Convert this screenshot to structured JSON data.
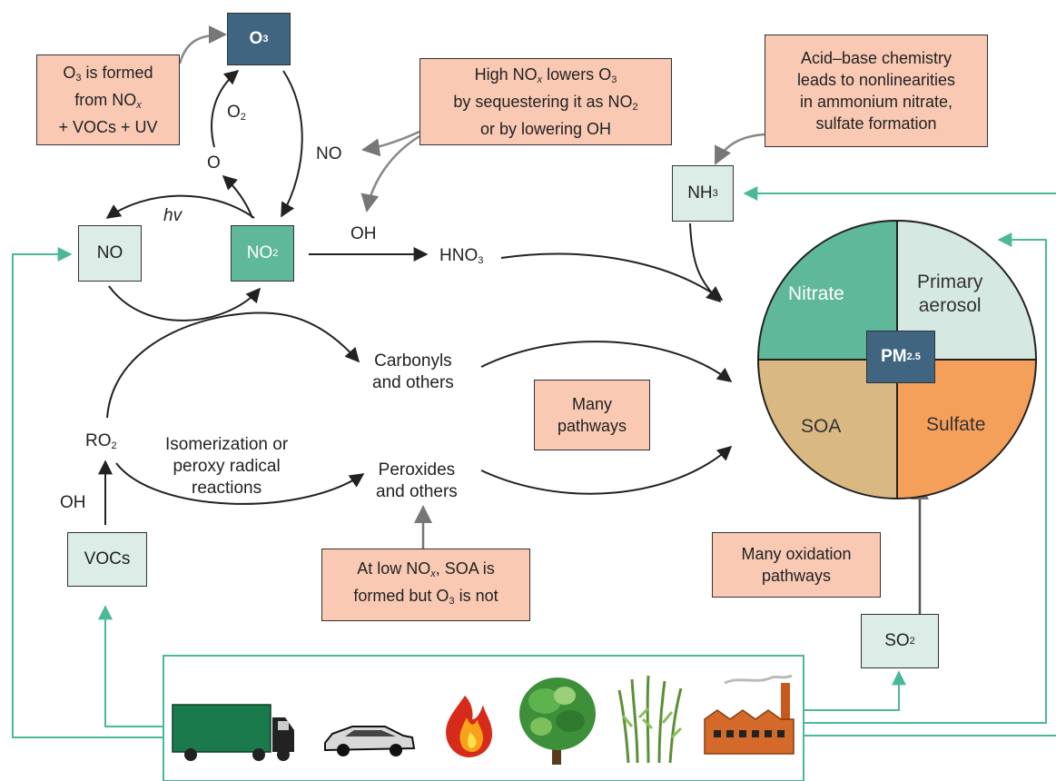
{
  "nodes": {
    "o3": {
      "main": "O",
      "sub": "3"
    },
    "no": "NO",
    "no2": {
      "main": "NO",
      "sub": "2"
    },
    "nh3": {
      "main": "NH",
      "sub": "3"
    },
    "vocs": "VOCs",
    "so2": {
      "main": "SO",
      "sub": "2"
    },
    "pm25": {
      "main": "PM",
      "sub": "2.5"
    }
  },
  "labels": {
    "o2": {
      "main": "O",
      "sub": "2"
    },
    "o": "O",
    "hv": "hv",
    "no_free": "NO",
    "oh_top": "OH",
    "hno3": {
      "main": "HNO",
      "sub": "3"
    },
    "ro2": {
      "main": "RO",
      "sub": "2"
    },
    "oh_left": "OH",
    "carbonyls": [
      "Carbonyls",
      "and others"
    ],
    "peroxides": [
      "Peroxides",
      "and others"
    ],
    "isomerization": [
      "Isomerization or",
      "peroxy radical",
      "reactions"
    ]
  },
  "notes": {
    "o3_formed": {
      "line1_a": "O",
      "line1_sub": "3",
      "line1_b": " is formed",
      "line2_a": "from NO",
      "line2_sub": "x",
      "line3": "+ VOCs + UV"
    },
    "high_nox": {
      "line1_a": "High NO",
      "line1_sub": "x",
      "line1_b": " lowers O",
      "line1_sub2": "3",
      "line2_a": "by sequestering it as NO",
      "line2_sub": "2",
      "line3": "or by lowering OH"
    },
    "acid_base": [
      "Acid–base chemistry",
      "leads to nonlinearities",
      "in ammonium nitrate,",
      "sulfate formation"
    ],
    "many_pathways": [
      "Many",
      "pathways"
    ],
    "low_nox": {
      "line1_a": "At low NO",
      "line1_sub": "x",
      "line1_b": ", SOA is",
      "line2_a": "formed but O",
      "line2_sub": "3",
      "line2_b": " is not"
    },
    "many_oxidation": [
      "Many oxidation",
      "pathways"
    ]
  },
  "pie": {
    "nitrate": "Nitrate",
    "primary": [
      "Primary",
      "aerosol"
    ],
    "soa": "SOA",
    "sulfate": "Sulfate"
  },
  "colors": {
    "note_fill": "#f9c9b4",
    "light_box": "#dcece6",
    "teal_box": "#5fb89a",
    "dark_box": "#3f6580",
    "emission_line": "#4bb89a",
    "nitrate": "#5fb89a",
    "primary_aerosol": "#d6e8e2",
    "soa": "#d9b882",
    "sulfate": "#f5a05a"
  },
  "sources": [
    "truck-icon",
    "car-icon",
    "fire-icon",
    "tree-icon",
    "crop-icon",
    "factory-icon"
  ]
}
